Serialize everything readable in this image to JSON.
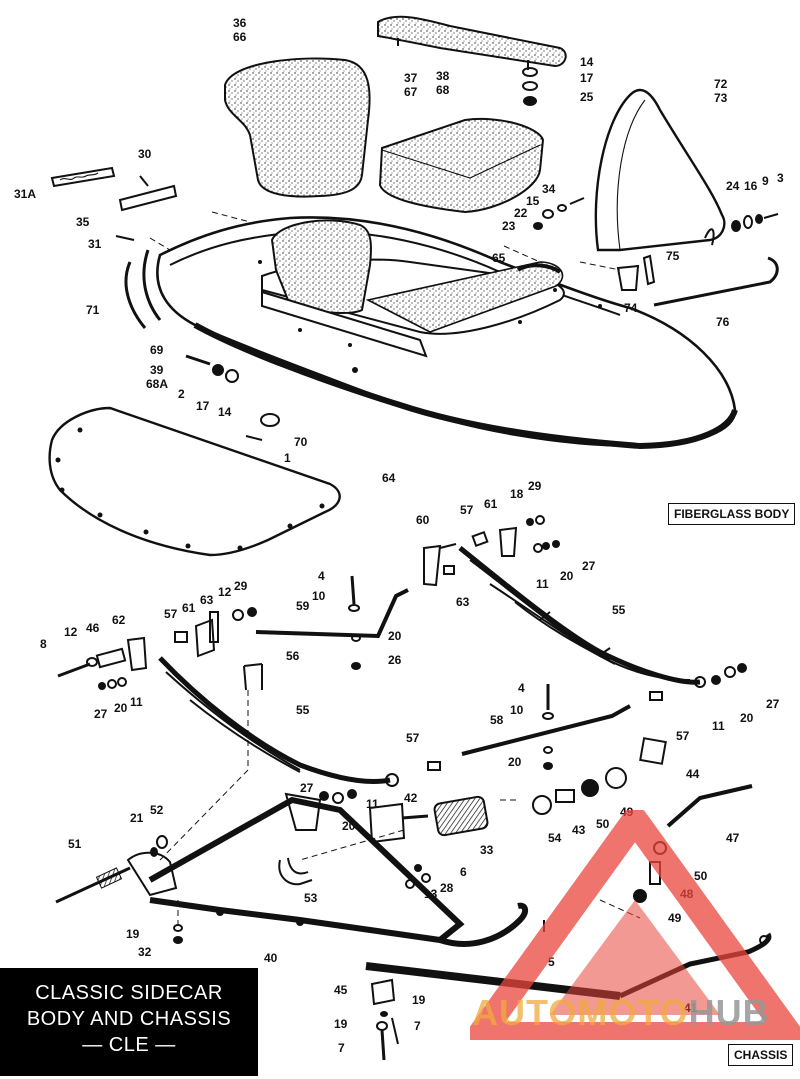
{
  "labels": {
    "box_body": "FIBERGLASS BODY",
    "box_chassis": "CHASSIS",
    "title_line1": "CLASSIC SIDECAR",
    "title_line2": "BODY AND CHASSIS",
    "title_line3": "— CLE —",
    "watermark_a": "AUTOMOTO",
    "watermark_b": "HUB"
  },
  "callouts": [
    {
      "id": "c36",
      "text": "36"
    },
    {
      "id": "c66",
      "text": "66"
    },
    {
      "id": "c38",
      "text": "38"
    },
    {
      "id": "c68",
      "text": "68"
    },
    {
      "id": "c37",
      "text": "37"
    },
    {
      "id": "c67",
      "text": "67"
    },
    {
      "id": "c14a",
      "text": "14"
    },
    {
      "id": "c17a",
      "text": "17"
    },
    {
      "id": "c25",
      "text": "25"
    },
    {
      "id": "c72",
      "text": "72"
    },
    {
      "id": "c73",
      "text": "73"
    },
    {
      "id": "c30",
      "text": "30"
    },
    {
      "id": "c31A",
      "text": "31A"
    },
    {
      "id": "c35",
      "text": "35"
    },
    {
      "id": "c31",
      "text": "31"
    },
    {
      "id": "c34",
      "text": "34"
    },
    {
      "id": "c15",
      "text": "15"
    },
    {
      "id": "c22",
      "text": "22"
    },
    {
      "id": "c23",
      "text": "23"
    },
    {
      "id": "c24",
      "text": "24"
    },
    {
      "id": "c16",
      "text": "16"
    },
    {
      "id": "c9",
      "text": "9"
    },
    {
      "id": "c3",
      "text": "3"
    },
    {
      "id": "c65",
      "text": "65"
    },
    {
      "id": "c75",
      "text": "75"
    },
    {
      "id": "c74",
      "text": "74"
    },
    {
      "id": "c76",
      "text": "76"
    },
    {
      "id": "c71",
      "text": "71"
    },
    {
      "id": "c69",
      "text": "69"
    },
    {
      "id": "c39",
      "text": "39"
    },
    {
      "id": "c68A",
      "text": "68A"
    },
    {
      "id": "c2",
      "text": "2"
    },
    {
      "id": "c17b",
      "text": "17"
    },
    {
      "id": "c14b",
      "text": "14"
    },
    {
      "id": "c70",
      "text": "70"
    },
    {
      "id": "c1",
      "text": "1"
    },
    {
      "id": "c64",
      "text": "64"
    },
    {
      "id": "c29a",
      "text": "29"
    },
    {
      "id": "c18",
      "text": "18"
    },
    {
      "id": "c60",
      "text": "60"
    },
    {
      "id": "c57a",
      "text": "57"
    },
    {
      "id": "c61a",
      "text": "61"
    },
    {
      "id": "c27a",
      "text": "27"
    },
    {
      "id": "c20a",
      "text": "20"
    },
    {
      "id": "c11a",
      "text": "11"
    },
    {
      "id": "c63a",
      "text": "63"
    },
    {
      "id": "c4a",
      "text": "4"
    },
    {
      "id": "c10a",
      "text": "10"
    },
    {
      "id": "c59",
      "text": "59"
    },
    {
      "id": "c55a",
      "text": "55"
    },
    {
      "id": "c20b",
      "text": "20"
    },
    {
      "id": "c26",
      "text": "26"
    },
    {
      "id": "c12a",
      "text": "12"
    },
    {
      "id": "c29b",
      "text": "29"
    },
    {
      "id": "c63b",
      "text": "63"
    },
    {
      "id": "c57b",
      "text": "57"
    },
    {
      "id": "c61b",
      "text": "61"
    },
    {
      "id": "c62",
      "text": "62"
    },
    {
      "id": "c8",
      "text": "8"
    },
    {
      "id": "c12b",
      "text": "12"
    },
    {
      "id": "c46",
      "text": "46"
    },
    {
      "id": "c56",
      "text": "56"
    },
    {
      "id": "c27b",
      "text": "27"
    },
    {
      "id": "c20c",
      "text": "20"
    },
    {
      "id": "c11b",
      "text": "11"
    },
    {
      "id": "c11c",
      "text": "11"
    },
    {
      "id": "c20d",
      "text": "20"
    },
    {
      "id": "c27c",
      "text": "27"
    },
    {
      "id": "c4b",
      "text": "4"
    },
    {
      "id": "c10b",
      "text": "10"
    },
    {
      "id": "c58",
      "text": "58"
    },
    {
      "id": "c57c",
      "text": "57"
    },
    {
      "id": "c55b",
      "text": "55"
    },
    {
      "id": "c57d",
      "text": "57"
    },
    {
      "id": "c20e",
      "text": "20"
    },
    {
      "id": "c44",
      "text": "44"
    },
    {
      "id": "c27d",
      "text": "27"
    },
    {
      "id": "c42",
      "text": "42"
    },
    {
      "id": "c20f",
      "text": "20"
    },
    {
      "id": "c11d",
      "text": "11"
    },
    {
      "id": "c52",
      "text": "52"
    },
    {
      "id": "c21",
      "text": "21"
    },
    {
      "id": "c54",
      "text": "54"
    },
    {
      "id": "c43",
      "text": "43"
    },
    {
      "id": "c50a",
      "text": "50"
    },
    {
      "id": "c49a",
      "text": "49"
    },
    {
      "id": "c47",
      "text": "47"
    },
    {
      "id": "c33",
      "text": "33"
    },
    {
      "id": "c51",
      "text": "51"
    },
    {
      "id": "c6",
      "text": "6"
    },
    {
      "id": "c28",
      "text": "28"
    },
    {
      "id": "c13",
      "text": "13"
    },
    {
      "id": "c50b",
      "text": "50"
    },
    {
      "id": "c48",
      "text": "48"
    },
    {
      "id": "c53",
      "text": "53"
    },
    {
      "id": "c49b",
      "text": "49"
    },
    {
      "id": "c19a",
      "text": "19"
    },
    {
      "id": "c32",
      "text": "32"
    },
    {
      "id": "c40",
      "text": "40"
    },
    {
      "id": "c5",
      "text": "5"
    },
    {
      "id": "c45",
      "text": "45"
    },
    {
      "id": "c19b",
      "text": "19"
    },
    {
      "id": "c41",
      "text": "41"
    },
    {
      "id": "c19c",
      "text": "19"
    },
    {
      "id": "c7a",
      "text": "7"
    },
    {
      "id": "c7b",
      "text": "7"
    }
  ],
  "colors": {
    "ink": "#111111",
    "title_bg": "#000000",
    "title_fg": "#ffffff",
    "watermark_red": "#e8463c",
    "watermark_orange": "#f0aa3c"
  }
}
